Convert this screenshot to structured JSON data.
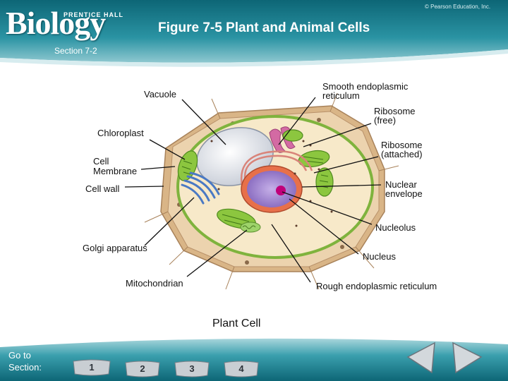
{
  "header": {
    "logo_brand": "Biology",
    "logo_publisher": "PRENTICE HALL",
    "copyright": "© Pearson Education, Inc.",
    "title": "Figure 7-5 Plant and Animal Cells",
    "section": "Section 7-2"
  },
  "diagram": {
    "caption": "Plant Cell",
    "labels": {
      "vacuole": "Vacuole",
      "smooth_er_1": "Smooth endoplasmic",
      "smooth_er_2": "reticulum",
      "ribosome_free_1": "Ribosome",
      "ribosome_free_2": "(free)",
      "chloroplast": "Chloroplast",
      "ribosome_att_1": "Ribosome",
      "ribosome_att_2": "(attached)",
      "cell_membrane_1": "Cell",
      "cell_membrane_2": "Membrane",
      "cell_wall": "Cell wall",
      "nuclear_env_1": "Nuclear",
      "nuclear_env_2": "envelope",
      "nucleolus": "Nucleolus",
      "golgi": "Golgi apparatus",
      "nucleus": "Nucleus",
      "mitochondrian": "Mitochondrian",
      "rough_er": "Rough endoplasmic reticulum"
    }
  },
  "footer": {
    "goto_1": "Go to",
    "goto_2": "Section:",
    "buttons": [
      "1",
      "2",
      "3",
      "4"
    ]
  },
  "colors": {
    "teal_dark": "#0f6f80",
    "teal_mid": "#2d99a8",
    "teal_light": "#bfe0e4",
    "cell_wall": "#e8c9a0",
    "cytoplasm": "#f6e8c6",
    "chloroplast": "#8cc63f",
    "nucleus": "#e7704a",
    "nucleoplasm": "#a98fd1",
    "nucleolus": "#c0007a"
  }
}
